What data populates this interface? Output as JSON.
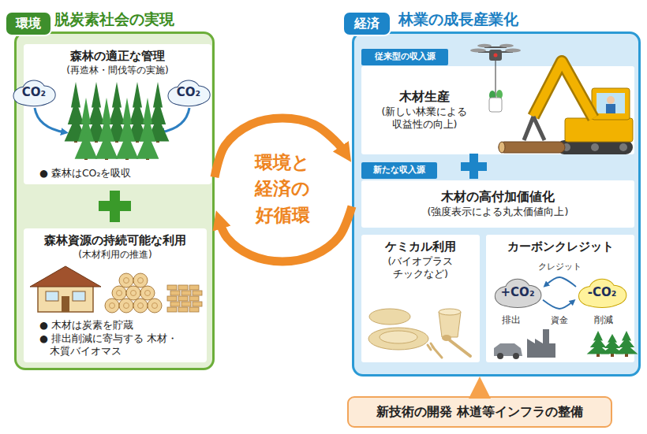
{
  "diagram": {
    "nodes": [
      {
        "text": [
          "脱炭素社会の実現"
        ]
      },
      {
        "text": [
          "環境"
        ],
        "in": 0
      },
      {
        "text": [
          "森林の適正な管理",
          "(再造林・間伐等の実施)",
          "● 森林はCO₂を吸収"
        ],
        "in": 0
      },
      {
        "text": [
          "CO₂"
        ],
        "in": 2
      },
      {
        "text": [
          "CO₂"
        ],
        "in": 2
      },
      {
        "text": [
          "森林資源の持続可能な利用",
          "(木材利用の推進)",
          "● 木材は炭素を貯蔵",
          "● 排出削減に寄与する 木材・木質バイオマス"
        ],
        "in": 0
      },
      {
        "text": [
          "環境と 経済の 好循環"
        ]
      },
      {
        "text": [
          "林業の成長産業化"
        ]
      },
      {
        "text": [
          "経済"
        ],
        "in": 7
      },
      {
        "text": [
          "従来型の収入源"
        ],
        "in": 7
      },
      {
        "text": [
          "木材生産",
          "(新しい林業による 収益性の向上)"
        ],
        "in": 7
      },
      {
        "text": [
          "新たな収入源"
        ],
        "in": 7
      },
      {
        "text": [
          "木材の高付加価値化",
          "(強度表示による丸太価値向上)"
        ],
        "in": 7
      },
      {
        "text": [
          "ケミカル利用",
          "(バイオプラス チックなど)"
        ],
        "in": 7
      },
      {
        "text": [
          "カーボンクレジット"
        ],
        "in": 7
      },
      {
        "text": [
          "+CO₂"
        ],
        "in": 14
      },
      {
        "text": [
          "-CO₂"
        ],
        "in": 14
      },
      {
        "text": [
          "新技術の開発 林道等インフラの整備"
        ]
      }
    ],
    "edges": [
      {
        "from": 0,
        "to": 7,
        "arrow": "to"
      },
      {
        "from": 7,
        "to": 0,
        "arrow": "to"
      },
      {
        "from": 16,
        "to": 15,
        "arrow": "to",
        "label": "クレジット"
      },
      {
        "from": 15,
        "to": 16,
        "arrow": "to",
        "label": "資金"
      },
      {
        "from": 17,
        "to": 7,
        "arrow": "to"
      }
    ],
    "labels": [
      "排出",
      "削減"
    ]
  }
}
